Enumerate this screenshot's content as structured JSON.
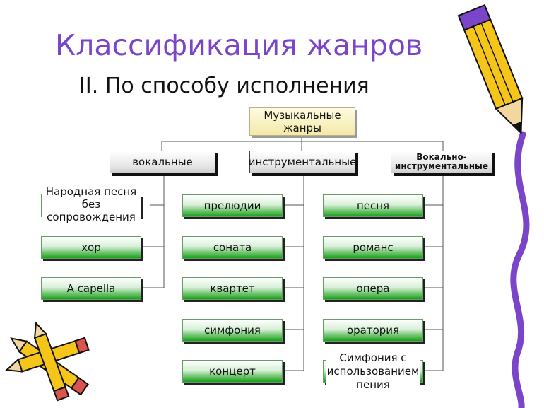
{
  "title": "Классификация жанров",
  "subtitle": "II. По способу исполнения",
  "root": {
    "line1": "Музыкальные",
    "line2": "жанры"
  },
  "categories": {
    "vocal": "вокальные",
    "instrumental": "инструментальные",
    "vocal_instrumental": {
      "line1": "Вокально-",
      "line2": "инструментальные"
    }
  },
  "vocal_items": {
    "folk": {
      "line1": "Народная песня",
      "line2": "без сопровождения"
    },
    "choir": "хор",
    "acapella": "A capella"
  },
  "instrumental_items": [
    "прелюдии",
    "соната",
    "квартет",
    "симфония",
    "концерт"
  ],
  "vi_items": {
    "song": "песня",
    "romance": "романс",
    "opera": "опера",
    "oratorio": "оратория",
    "symphony": {
      "line1": "Симфония с",
      "line2": "использованием",
      "line3": "пения"
    }
  },
  "colors": {
    "title": "#7a45c8",
    "leaf_green": "#16a016",
    "root_yellow": "#f3e9a8",
    "pencil_yellow": "#f6c51a",
    "pencil_wave": "#7a45c8"
  },
  "decorations": [
    "pencil-icon",
    "pencils-icon"
  ]
}
